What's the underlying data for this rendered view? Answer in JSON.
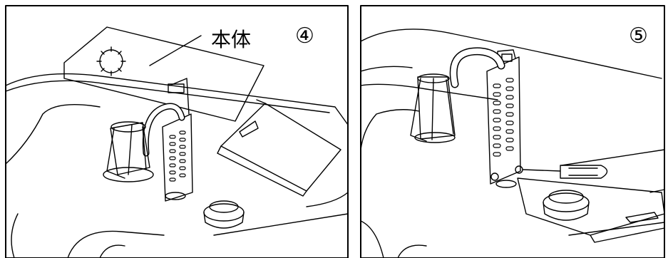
{
  "panels": [
    {
      "step": "④",
      "label": "本体"
    },
    {
      "step": "⑤"
    }
  ],
  "colors": {
    "line": "#000000",
    "background": "#ffffff"
  }
}
